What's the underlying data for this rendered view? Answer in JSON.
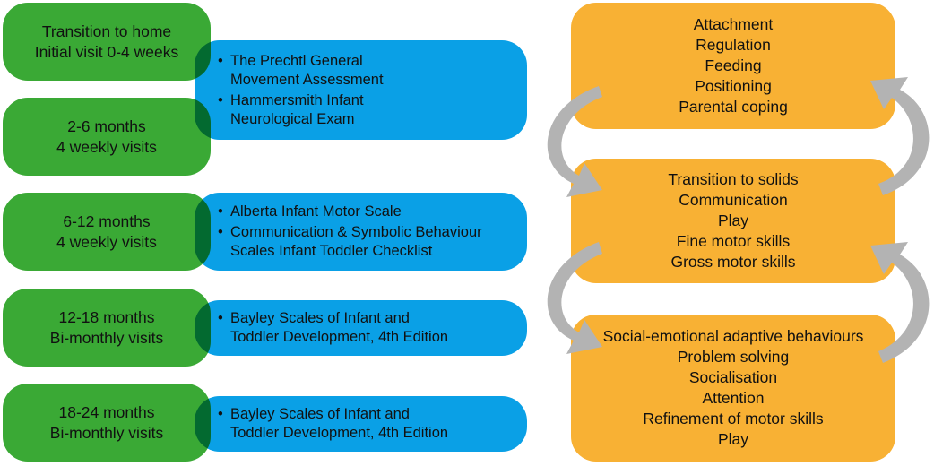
{
  "stages": [
    {
      "lines": [
        "Transition to home",
        "Initial visit 0-4 weeks"
      ]
    },
    {
      "lines": [
        "2-6 months",
        "4 weekly visits"
      ]
    },
    {
      "lines": [
        "6-12 months",
        "4 weekly visits"
      ]
    },
    {
      "lines": [
        "12-18 months",
        "Bi-monthly visits"
      ]
    },
    {
      "lines": [
        "18-24 months",
        "Bi-monthly visits"
      ]
    }
  ],
  "assessments": [
    {
      "items": [
        "The Prechtl General Movement Assessment",
        "Hammersmith Infant Neurological Exam"
      ]
    },
    {
      "items": [
        "Alberta Infant Motor Scale",
        "Communication & Symbolic Behaviour Scales Infant Toddler Checklist"
      ]
    },
    {
      "items": [
        "Bayley Scales of Infant and Toddler Development, 4th Edition"
      ]
    },
    {
      "items": [
        "Bayley Scales of Infant and Toddler Development, 4th Edition"
      ]
    }
  ],
  "focus_areas": [
    {
      "lines": [
        "Attachment",
        "Regulation",
        "Feeding",
        "Positioning",
        "Parental coping"
      ]
    },
    {
      "lines": [
        "Transition to solids",
        "Communication",
        "Play",
        "Fine motor skills",
        "Gross motor skills"
      ]
    },
    {
      "lines": [
        "Social-emotional adaptive behaviours",
        "Problem solving",
        "Socialisation",
        "Attention",
        "Refinement of motor skills",
        "Play"
      ]
    }
  ],
  "colors": {
    "green": "#3aa935",
    "blue": "#0aa0e6",
    "orange": "#f8b134",
    "arrow": "#b3b3b3"
  }
}
